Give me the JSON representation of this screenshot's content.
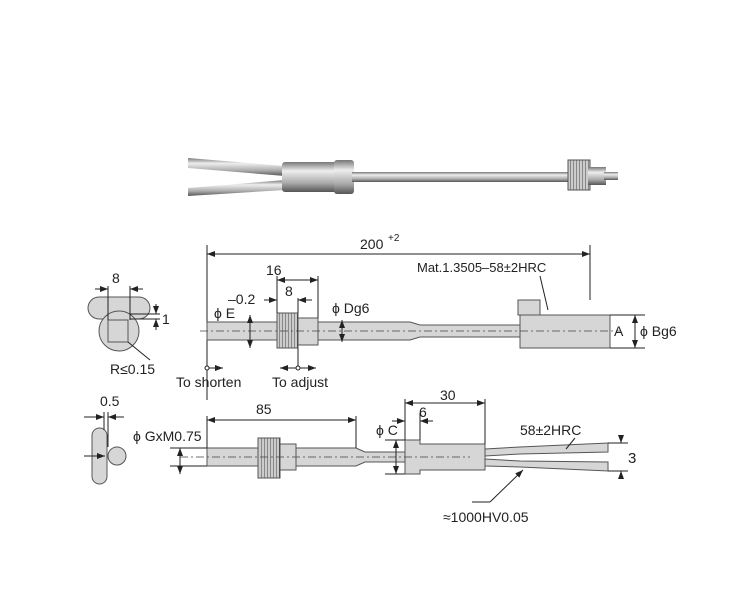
{
  "title": "Ejector / pull rod with adjusting nut – technical drawing",
  "top_view": {
    "length": "200",
    "length_tol": "+2",
    "material": "Mat.1.3505–58±2HRC",
    "dim_16": "16",
    "dim_8": "8",
    "dim_minus02": "–0.2",
    "phi_E": "ϕ E",
    "phi_Dg6": "ϕ Dg6",
    "dim_A": "A",
    "phi_Bg6": "ϕ Bg6",
    "to_shorten": "To shorten",
    "to_adjust": "To adjust"
  },
  "section_top": {
    "width": "8",
    "gap": "1",
    "radius": "R≤0.15"
  },
  "bottom_view": {
    "dim_85": "85",
    "phi_G": "ϕ GxM0.75",
    "phi_C": "ϕ C",
    "dim_6": "6",
    "dim_30": "30",
    "hardness_tip": "58±2HRC",
    "dim_3": "3",
    "hardness_surface": "≈1000HV0.05"
  },
  "section_bottom": {
    "gap": "0.5"
  }
}
